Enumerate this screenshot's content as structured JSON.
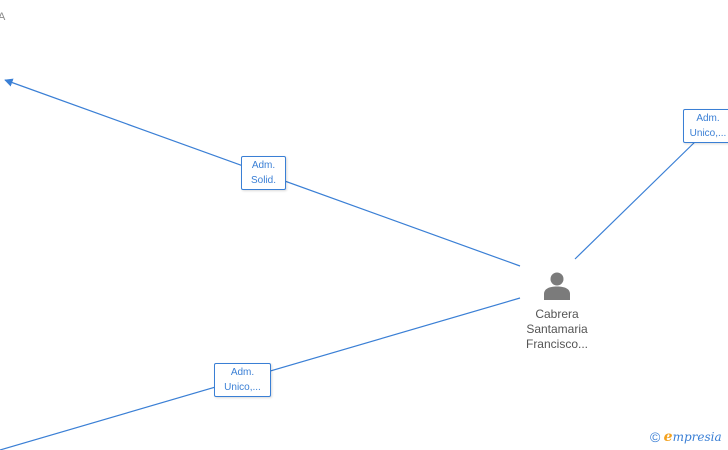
{
  "corner_label": "A",
  "roles": {
    "top_left": {
      "line1": "Adm.",
      "line2": "Solid."
    },
    "top_right": {
      "line1": "Adm.",
      "line2": "Unico,..."
    },
    "bottom_left": {
      "line1": "Adm.",
      "line2": "Unico,..."
    }
  },
  "person": {
    "icon": "person-icon",
    "name_line1": "Cabrera",
    "name_line2": "Santamaria",
    "name_line3": "Francisco..."
  },
  "watermark": {
    "copyright": "©",
    "brand_first": "e",
    "brand_rest": "mpresia"
  },
  "colors": {
    "edge": "#3a7fd5",
    "person_icon": "#7b7b7b",
    "label_text": "#555555"
  }
}
